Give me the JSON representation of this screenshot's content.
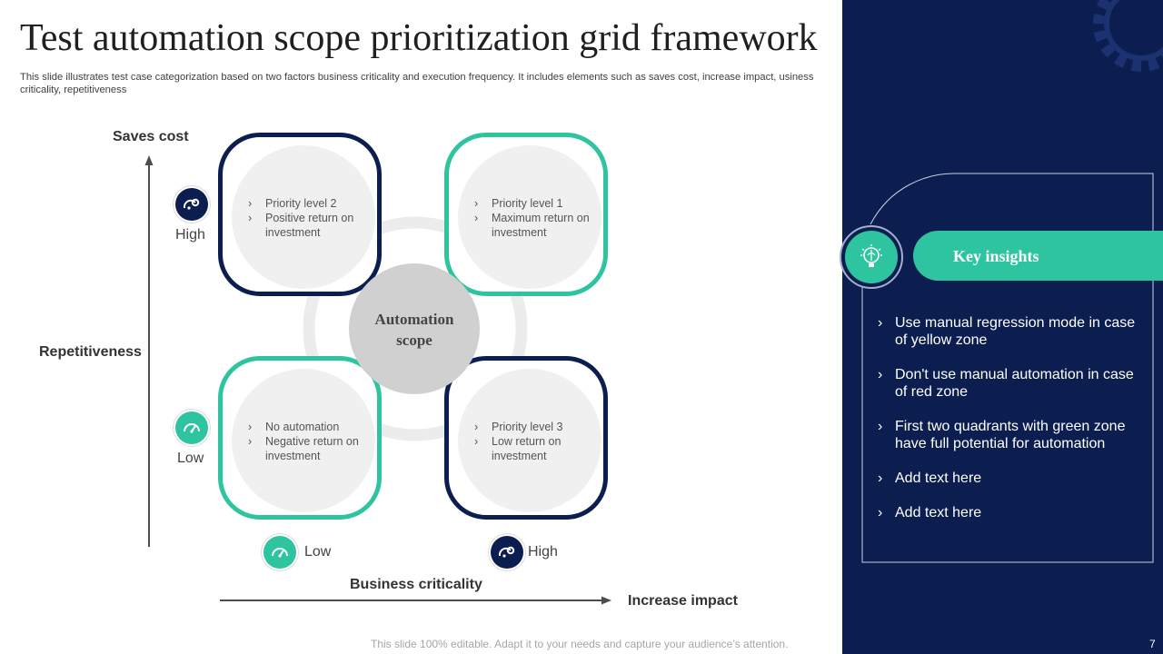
{
  "title": "Test automation scope prioritization grid framework",
  "subtitle": "This slide illustrates test case categorization based on two factors business criticality and execution frequency.  It includes elements such as saves cost, increase impact, usiness criticality, repetitiveness",
  "axes": {
    "y_top": "Saves cost",
    "y_side": "Repetitiveness",
    "y_high": "High",
    "y_low": "Low",
    "x_bottom": "Business criticality",
    "x_end": "Increase impact",
    "x_low": "Low",
    "x_high": "High"
  },
  "center_label_line1": "Automation",
  "center_label_line2": "scope",
  "quadrants": {
    "top_left": {
      "items": [
        "Priority level  2",
        "Positive return on investment"
      ]
    },
    "top_right": {
      "items": [
        "Priority level  1",
        "Maximum return on investment"
      ]
    },
    "bottom_left": {
      "items": [
        "No automation",
        "Negative  return on investment"
      ]
    },
    "bottom_right": {
      "items": [
        "Priority level  3",
        "Low return on investment"
      ]
    }
  },
  "key_insights": {
    "title": "Key insights",
    "items": [
      "Use manual regression mode in case of yellow zone",
      "Don't use manual automation in case of red zone",
      "First two quadrants with green zone have full potential for automation",
      "Add text here",
      "Add text here"
    ]
  },
  "footer": "This slide 100% editable. Adapt it to your needs and capture your audience’s attention.",
  "page_number": "7",
  "colors": {
    "navy": "#0b1e4f",
    "teal": "#2ec4a0",
    "quad_fill": "#f0f0f0",
    "center_fill": "#d0d0d0"
  },
  "icons": {
    "high_level": "gear-gauge-icon",
    "low_level": "speedometer-icon",
    "key_insights": "lightbulb-brain-icon",
    "corner": "gear-icon"
  }
}
